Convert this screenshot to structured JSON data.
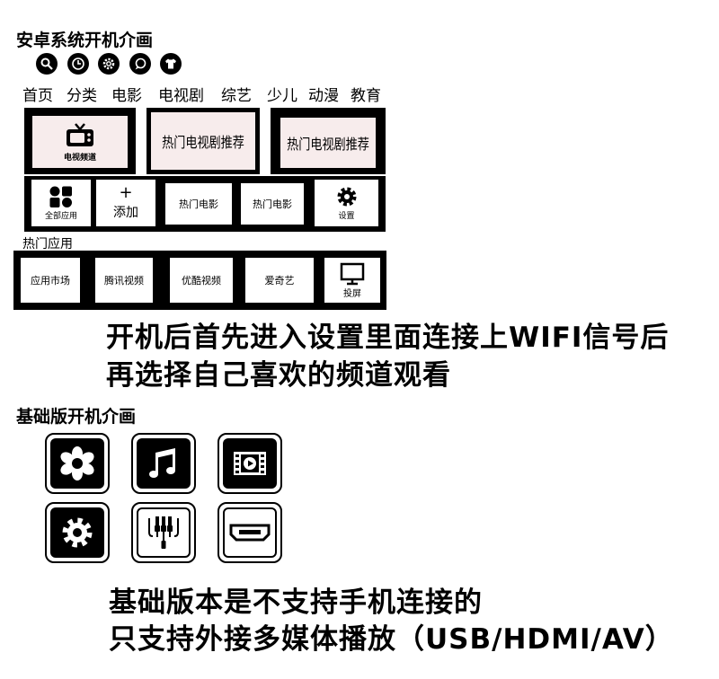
{
  "android": {
    "title": "安卓系统开机介画",
    "top_icons": [
      "search-icon",
      "clock-icon",
      "gear-icon",
      "chat-icon",
      "shirt-icon"
    ],
    "nav": [
      "首页",
      "分类",
      "电影",
      "电视剧",
      "综艺",
      "少儿",
      "动漫",
      "教育"
    ],
    "row1": [
      {
        "label": "电视频道",
        "icon": "tv-icon"
      },
      {
        "label": "热门电视剧推荐"
      },
      {
        "label": "热门电视剧推荐"
      }
    ],
    "row2": [
      {
        "label": "全部应用",
        "icon": "apps-grid-icon"
      },
      {
        "label": "添加",
        "symbol": "+"
      },
      {
        "label": "热门电影"
      },
      {
        "label": "热门电影"
      },
      {
        "label": "设置",
        "icon": "gear-icon"
      }
    ],
    "hot_apps_title": "热门应用",
    "row3": [
      {
        "label": "应用市场"
      },
      {
        "label": "腾讯视频"
      },
      {
        "label": "优酷视频"
      },
      {
        "label": "爱奇艺"
      },
      {
        "label": "投屏",
        "icon": "cast-screen-icon"
      }
    ]
  },
  "android_caption": {
    "line1": "开机后首先进入设置里面连接上WIFI信号后",
    "line2": "再选择自己喜欢的频道观看"
  },
  "basic": {
    "title": "基础版开机介画",
    "icons": [
      "flower-icon",
      "music-note-icon",
      "video-film-icon",
      "gear-icon",
      "av-cable-icon",
      "hdmi-port-icon"
    ]
  },
  "basic_caption": {
    "line1": "基础版本是不支持手机连接的",
    "line2": "只支持外接多媒体播放（USB/HDMI/AV）"
  }
}
